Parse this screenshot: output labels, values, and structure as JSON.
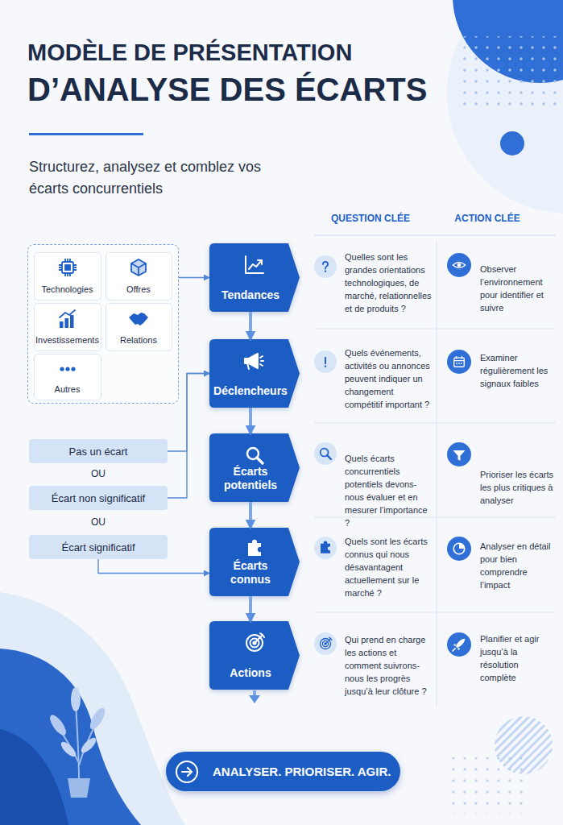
{
  "diagram": {
    "title": "MODÈLE DE PRÉSENTATION D’ANALYSE DES ÉCARTS",
    "nodes": [
      {
        "text": []
      },
      {
        "text": [
          "Technologies"
        ],
        "in": 0
      },
      {
        "text": [
          "Offres"
        ],
        "in": 0
      },
      {
        "text": [
          "Investissements"
        ],
        "in": 0
      },
      {
        "text": [
          "Relations"
        ],
        "in": 0
      },
      {
        "text": [
          "Autres"
        ],
        "in": 0
      },
      {
        "text": [
          "Tendances"
        ]
      },
      {
        "text": [
          "Déclencheurs"
        ]
      },
      {
        "text": [
          "Écarts potentiels"
        ]
      },
      {
        "text": [
          "Écarts connus"
        ]
      },
      {
        "text": [
          "Actions"
        ]
      },
      {
        "text": [
          "Pas un écart"
        ]
      },
      {
        "text": [
          "Écart non significatif"
        ]
      },
      {
        "text": [
          "Écart significatif"
        ]
      },
      {
        "text": [
          "ANALYSER. PRIORISER. AGIR."
        ]
      }
    ],
    "edges": [
      {
        "from": 0,
        "to": 6,
        "arrow": "to"
      },
      {
        "from": 6,
        "to": 7,
        "arrow": "to"
      },
      {
        "from": 7,
        "to": 8,
        "arrow": "to"
      },
      {
        "from": 8,
        "to": 9,
        "arrow": "to"
      },
      {
        "from": 9,
        "to": 10,
        "arrow": "to"
      },
      {
        "from": 11,
        "to": 7,
        "arrow": "to"
      },
      {
        "from": 12,
        "to": 7,
        "arrow": "to"
      },
      {
        "from": 13,
        "to": 9,
        "arrow": "to"
      }
    ],
    "labels": [
      "Structurez, analysez et comblez vos écarts concurrentiels",
      "QUESTION CLÉE",
      "ACTION CLÉE",
      "Quelles sont les grandes orientations technologiques, de marché, relationnelles et de produits ?",
      "Observer l’environnement pour identifier et suivre",
      "Quels événements, activités ou annonces peuvent indiquer un changement compétitif important ?",
      "Examiner régulièrement les signaux faibles",
      "Quels écarts concurrentiels potentiels devons-nous évaluer et en mesurer l’importance ?",
      "Prioriser les écarts les plus critiques à analyser",
      "OU",
      "OU",
      "Quels sont les écarts connus qui nous désavantagent actuellement sur le marché ?",
      "Analyser en détail pour bien comprendre l’impact",
      "Qui prend en charge les actions et comment suivrons-nous les progrès jusqu’à leur clôture ?",
      "Planifier et agir jusqu’à la résolution complète"
    ]
  }
}
